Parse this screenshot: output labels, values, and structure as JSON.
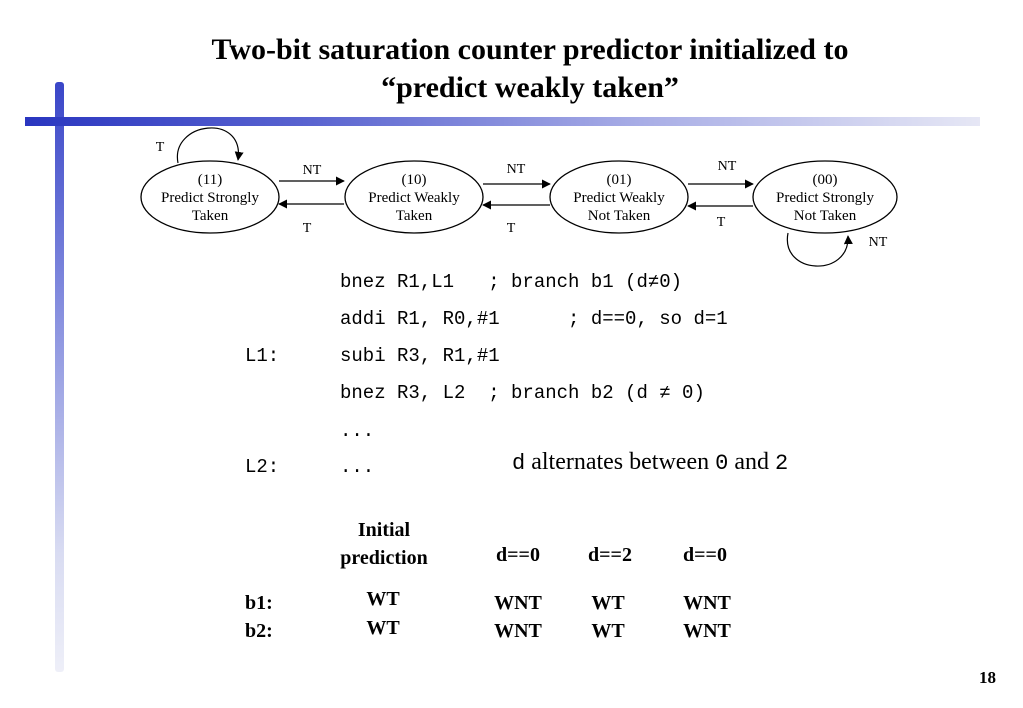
{
  "title_line1": "Two-bit saturation counter predictor initialized to",
  "title_line2": "“predict weakly taken”",
  "states": [
    {
      "code": "(11)",
      "line1": "Predict Strongly",
      "line2": "Taken"
    },
    {
      "code": "(10)",
      "line1": "Predict Weakly",
      "line2": "Taken"
    },
    {
      "code": "(01)",
      "line1": "Predict Weakly",
      "line2": "Not Taken"
    },
    {
      "code": "(00)",
      "line1": "Predict Strongly",
      "line2": "Not Taken"
    }
  ],
  "transition_labels": {
    "self_11": "T",
    "nt_11_10": "NT",
    "t_10_11": "T",
    "nt_10_01": "NT",
    "t_01_10": "T",
    "nt_01_00": "NT",
    "t_00_01": "T",
    "self_00": "NT"
  },
  "code_lines": [
    {
      "label": "",
      "text": "bnez R1,L1   ; branch b1 (d≠0)"
    },
    {
      "label": "",
      "text": "addi R1, R0,#1      ; d==0, so d=1"
    },
    {
      "label": "L1:",
      "text": "subi R3, R1,#1"
    },
    {
      "label": "",
      "text": "bnez R3, L2  ; branch b2 (d ≠ 0)"
    },
    {
      "label": "",
      "text": "..."
    },
    {
      "label": "L2:",
      "text": "..."
    }
  ],
  "note": {
    "var": "d",
    "text": " alternates between ",
    "v1": "0",
    "and": " and ",
    "v2": "2"
  },
  "table": {
    "header_initial_line1": "Initial",
    "header_initial_line2": "prediction",
    "columns": [
      "d==0",
      "d==2",
      "d==0"
    ],
    "rows": [
      {
        "label": "b1:",
        "initial": "WT",
        "values": [
          "WNT",
          "WT",
          "WNT"
        ]
      },
      {
        "label": "b2:",
        "initial": "WT",
        "values": [
          "WNT",
          "WT",
          "WNT"
        ]
      }
    ]
  },
  "page_number": "18"
}
